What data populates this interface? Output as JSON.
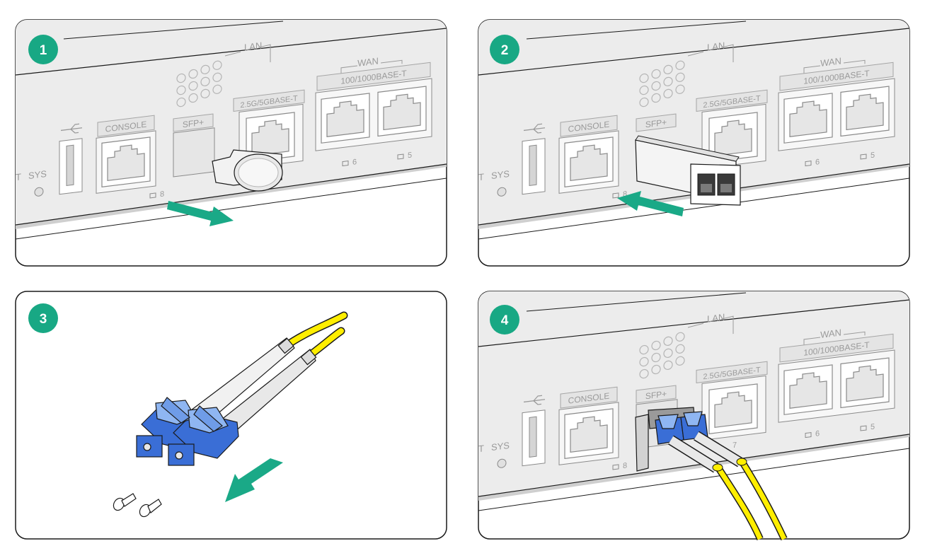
{
  "panels": [
    {
      "step": "1",
      "labels": {
        "lan": "LAN",
        "wan": "WAN",
        "wan_sub": "100/1000BASE-T",
        "lan_sub": "2.5G/5GBASE-T",
        "console": "CONSOLE",
        "sfp": "SFP+",
        "sys": "SYS",
        "t": "T",
        "port8": "8",
        "port7": "",
        "port6": "6",
        "port5": "5"
      }
    },
    {
      "step": "2",
      "labels": {
        "lan": "LAN",
        "wan": "WAN",
        "wan_sub": "100/1000BASE-T",
        "lan_sub": "2.5G/5GBASE-T",
        "console": "CONSOLE",
        "sfp": "SFP+",
        "sys": "SYS",
        "t": "T",
        "port8": "8",
        "port7": "",
        "port6": "6",
        "port5": "5"
      }
    },
    {
      "step": "3"
    },
    {
      "step": "4",
      "labels": {
        "lan": "LAN",
        "wan": "WAN",
        "wan_sub": "100/1000BASE-T",
        "lan_sub": "2.5G/5GBASE-T",
        "console": "CONSOLE",
        "sfp": "SFP+",
        "sys": "SYS",
        "t": "T",
        "port8": "8",
        "port7": "7",
        "port6": "6",
        "port5": "5"
      }
    }
  ],
  "colors": {
    "device": "#ececec",
    "outline": "#1a1a1a",
    "step_badge": "#18a884",
    "arrow": "#1aa987",
    "fiber": "#ffee00",
    "connector": "#3a6ed6",
    "connector_light": "#8fb6f2",
    "label_text": "#ffffff"
  },
  "icons": [
    "usb-icon",
    "arrow-icon",
    "step-badge"
  ]
}
